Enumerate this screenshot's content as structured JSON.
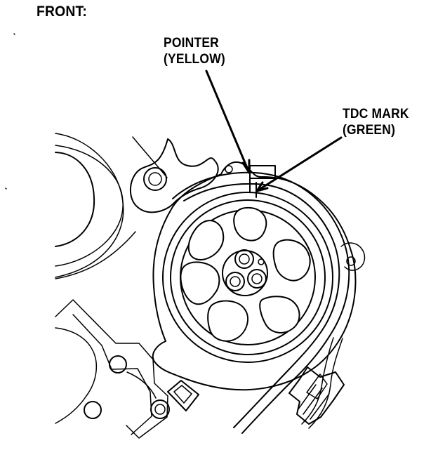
{
  "labels": {
    "front": "FRONT:",
    "pointer": {
      "line1": "POINTER",
      "line2": "(YELLOW)"
    },
    "tdc": {
      "line1": "TDC MARK",
      "line2": "(GREEN)"
    }
  },
  "colors": {
    "line": "#000000",
    "background": "#ffffff"
  }
}
